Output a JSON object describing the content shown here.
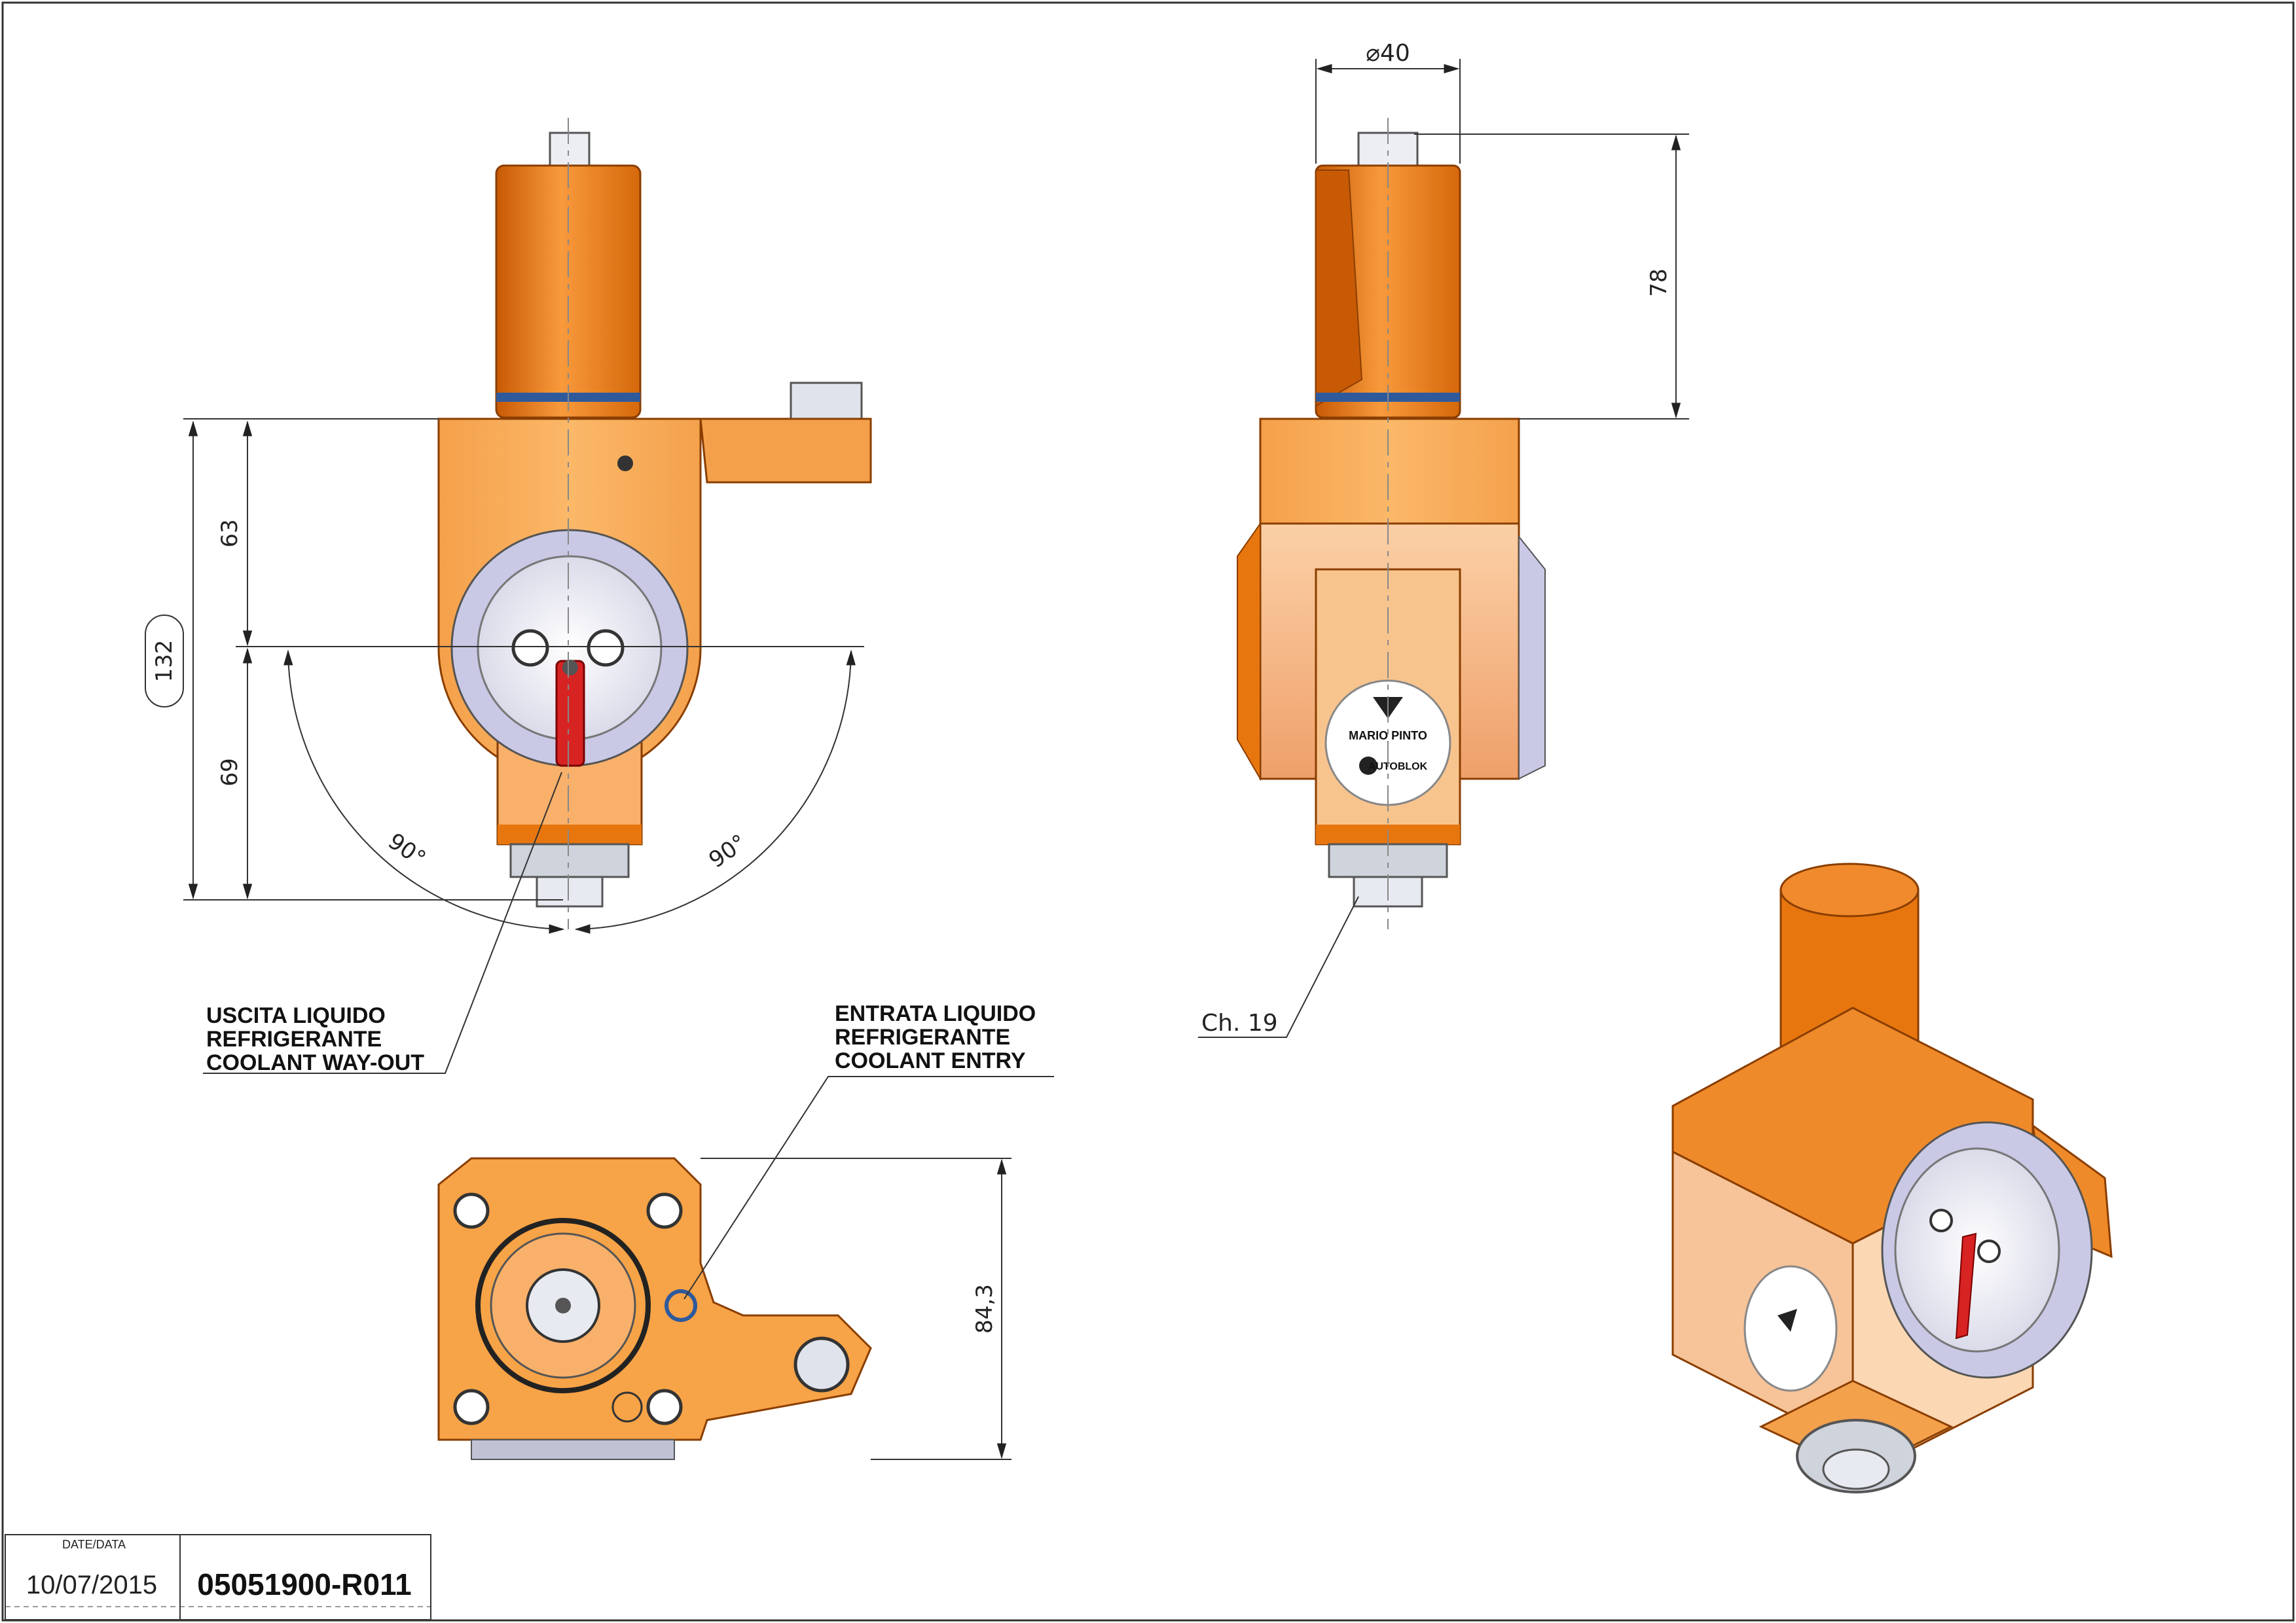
{
  "dimensions": {
    "total_height": "132",
    "upper_height": "63",
    "lower_height": "69",
    "angle_left": "90°",
    "angle_right": "90°",
    "diameter": "40",
    "shank_height": "78",
    "flat_width": "84,3",
    "chamfer": "Ch. 19"
  },
  "labels": {
    "coolant_out": [
      "USCITA LIQUIDO",
      "REFRIGERANTE",
      "COOLANT WAY-OUT"
    ],
    "coolant_in": [
      "ENTRATA LIQUIDO",
      "REFRIGERANTE",
      "COOLANT ENTRY"
    ]
  },
  "logo": {
    "brand_top": "MARIO PINTO",
    "brand_bottom": "AUTOBLOK"
  },
  "title_block": {
    "date_label": "DATE/DATA",
    "date": "10/07/2015",
    "code": "05051900-R011"
  },
  "colors": {
    "body_orange": "#f7a347",
    "shank_orange": "#e8760f",
    "dial_grey": "#c9c9e6",
    "lever_red": "#d82323",
    "seal_blue": "#2e5a9c"
  }
}
